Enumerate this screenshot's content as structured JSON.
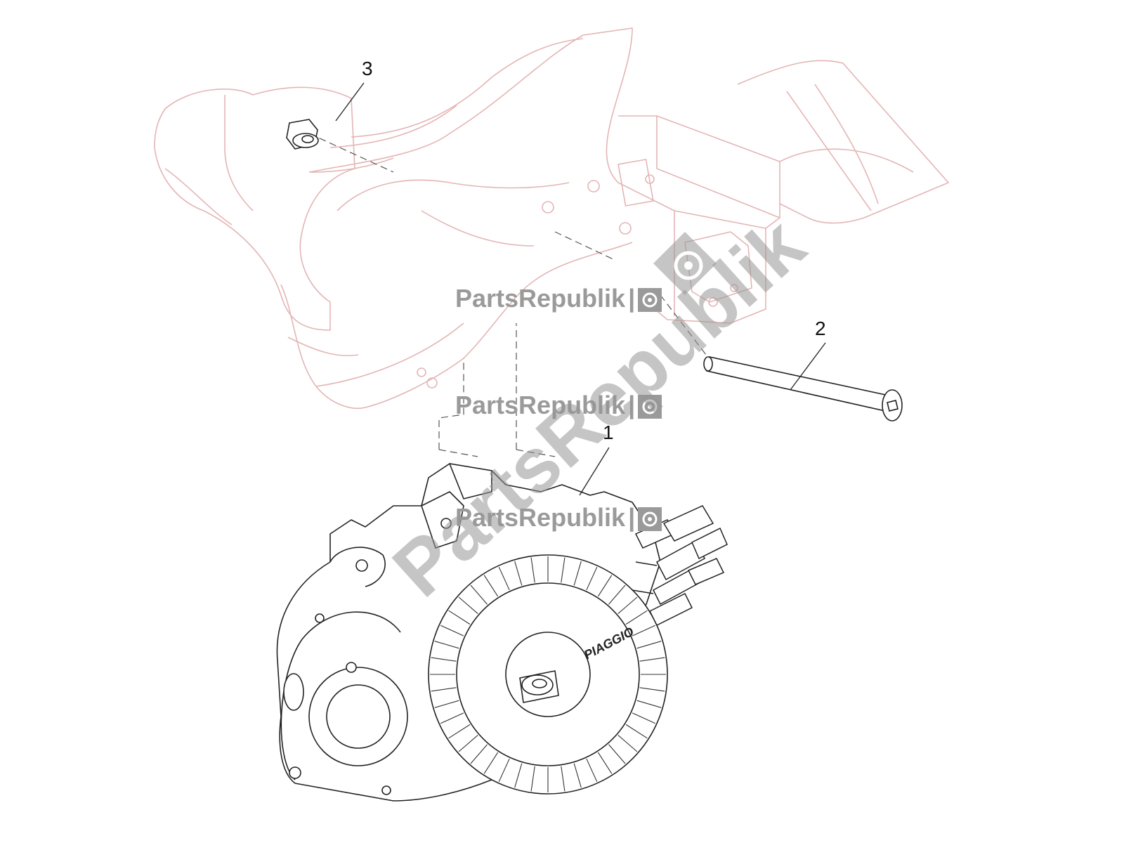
{
  "callouts": {
    "part1": "1",
    "part2": "2",
    "part3": "3"
  },
  "watermarks": {
    "small": "PartsRepublik",
    "big": "PartsRepublik",
    "separator": "|"
  },
  "motor_brand": "PIAGGIO",
  "colors": {
    "frame_line": "#e6b8b8",
    "part_line": "#333333",
    "watermark": "#9a9a9a"
  }
}
